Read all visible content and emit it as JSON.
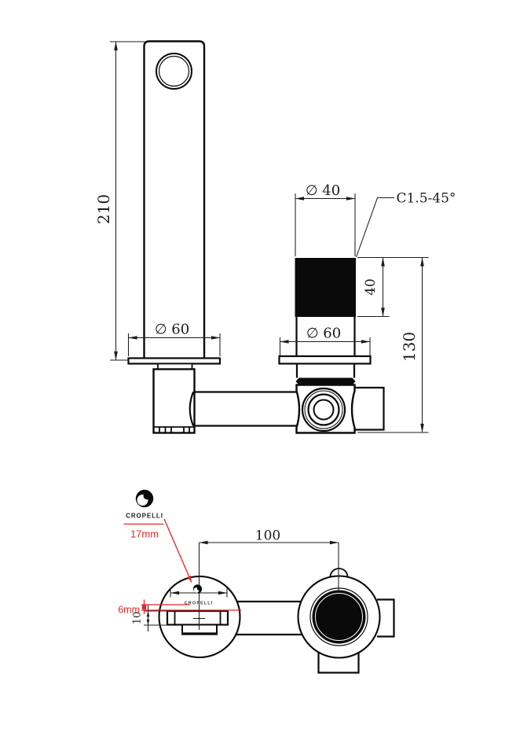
{
  "brand": {
    "wordmark": "CROPELLI"
  },
  "labels": {
    "side": {
      "height": "210",
      "spout_dia": "∅ 60",
      "handle_dia": "∅ 40",
      "chamfer": "C1.5-45°",
      "knurl_h": "40",
      "total_h": "130",
      "handle_plate_dia": "∅ 60"
    },
    "front": {
      "centers": "100",
      "slot_h": "10",
      "logo_w": "17mm",
      "logo_h": "6mm",
      "engraving": "CROPELLI"
    }
  },
  "colors": {
    "line": "#0a0a0a",
    "dimension": "#1c1c1c",
    "annotation_red": "#e0262b",
    "background": "#ffffff"
  }
}
